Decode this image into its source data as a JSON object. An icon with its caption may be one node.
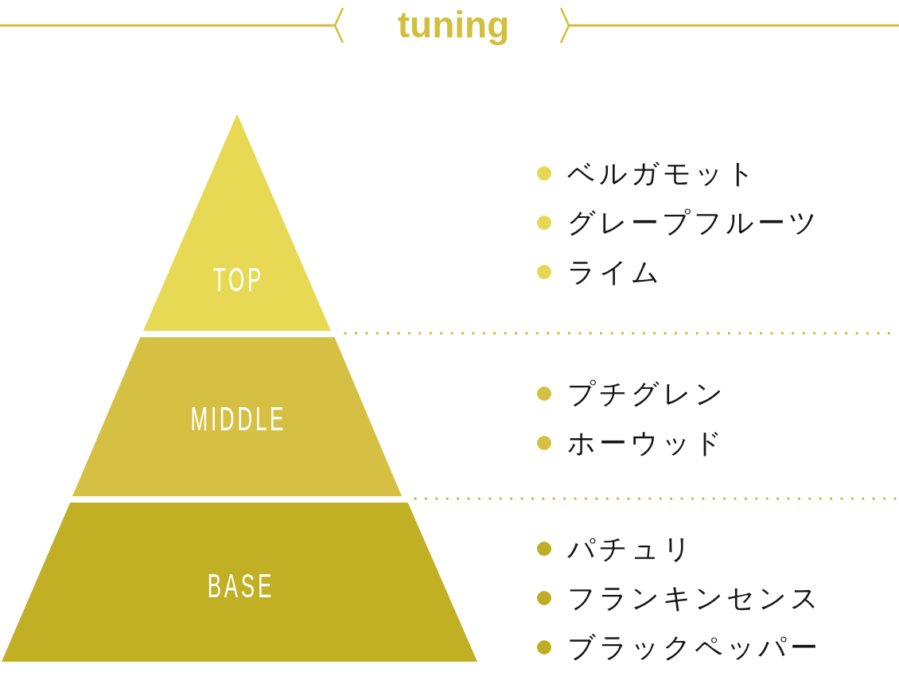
{
  "diagram": {
    "title": "tuning",
    "nodes": [
      {
        "text": [
          "TOP"
        ],
        "beside": [
          "ベルガモット",
          "グレープフルーツ",
          "ライム"
        ]
      },
      {
        "text": [
          "MIDDLE"
        ],
        "beside": [
          "プチグレン",
          "ホーウッド"
        ]
      },
      {
        "text": [
          "BASE"
        ],
        "beside": [
          "パチュリ",
          "フランキンセンス",
          "ブラックペッパー"
        ]
      }
    ]
  }
}
